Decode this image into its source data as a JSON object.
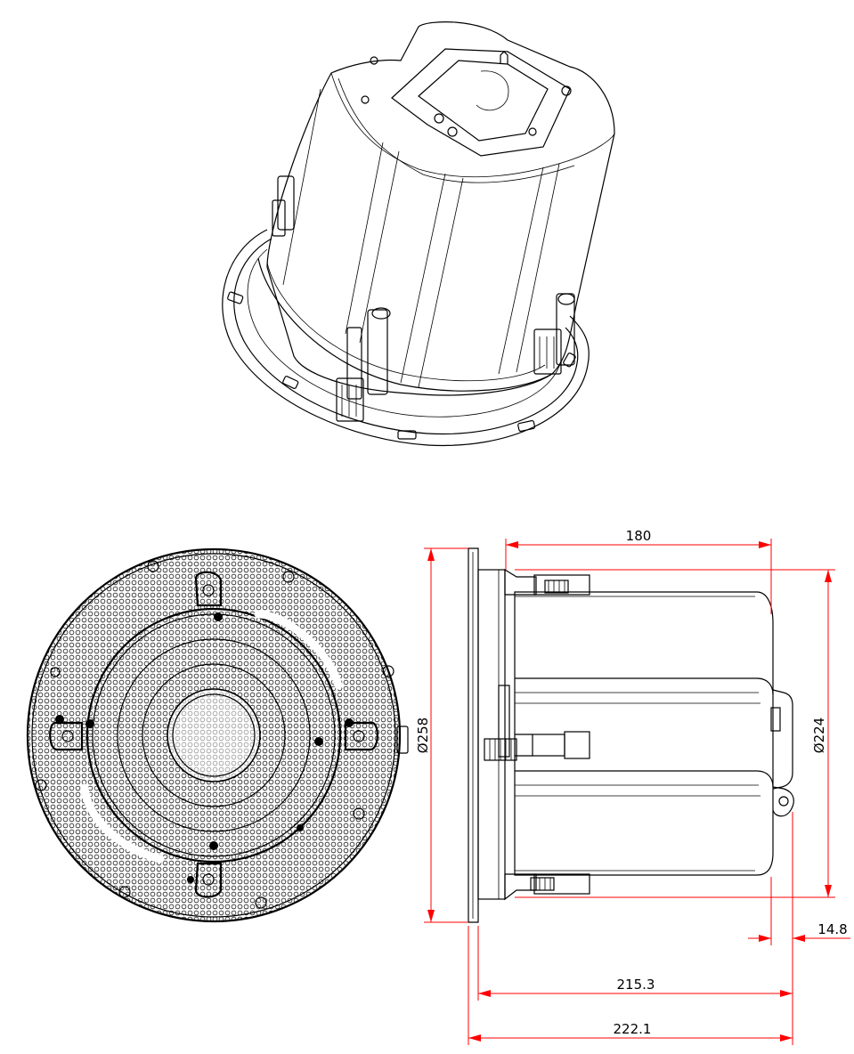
{
  "colors": {
    "outline": "#000000",
    "dimension": "#ff0000",
    "background": "#ffffff"
  },
  "dimensions": {
    "depth_body": "180",
    "diameter_flange": "Ø258",
    "diameter_body": "Ø224",
    "bracket_offset": "14.8",
    "depth_to_flange_back": "215.3",
    "total_depth": "222.1"
  }
}
